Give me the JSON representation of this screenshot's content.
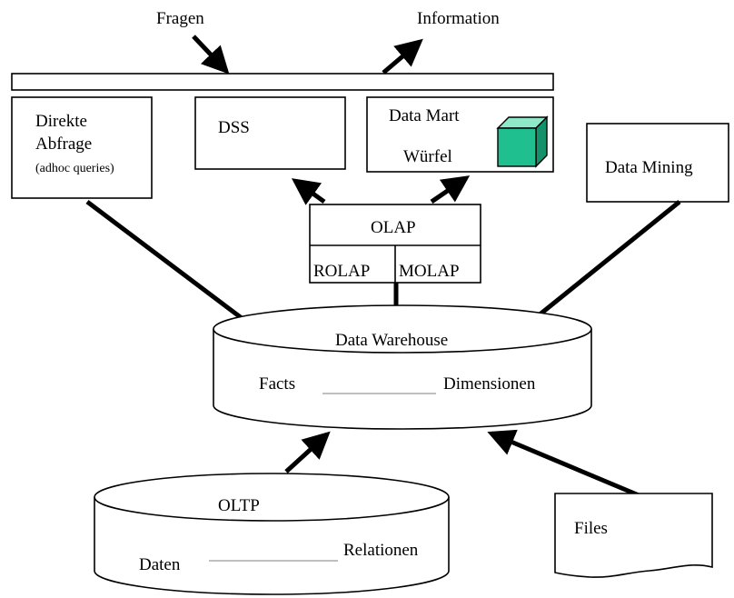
{
  "top": {
    "questions": "Fragen",
    "information": "Information"
  },
  "boxes": {
    "direct_query": {
      "line1": "Direkte",
      "line2": "Abfrage",
      "line3": "(adhoc queries)"
    },
    "dss": "DSS",
    "data_mart": {
      "title": "Data Mart",
      "cube": "Würfel"
    },
    "data_mining": "Data Mining"
  },
  "olap": {
    "title": "OLAP",
    "rolap": "ROLAP",
    "molap": "MOLAP"
  },
  "warehouse": {
    "title": "Data Warehouse",
    "facts": "Facts",
    "dimensions": "Dimensionen"
  },
  "oltp": {
    "title": "OLTP",
    "data": "Daten",
    "relations": "Relationen"
  },
  "files": "Files",
  "colors": {
    "cube_front": "#1fbf8f",
    "cube_top": "#8fe8c8",
    "cube_side": "#14906a",
    "stroke": "#000000"
  }
}
